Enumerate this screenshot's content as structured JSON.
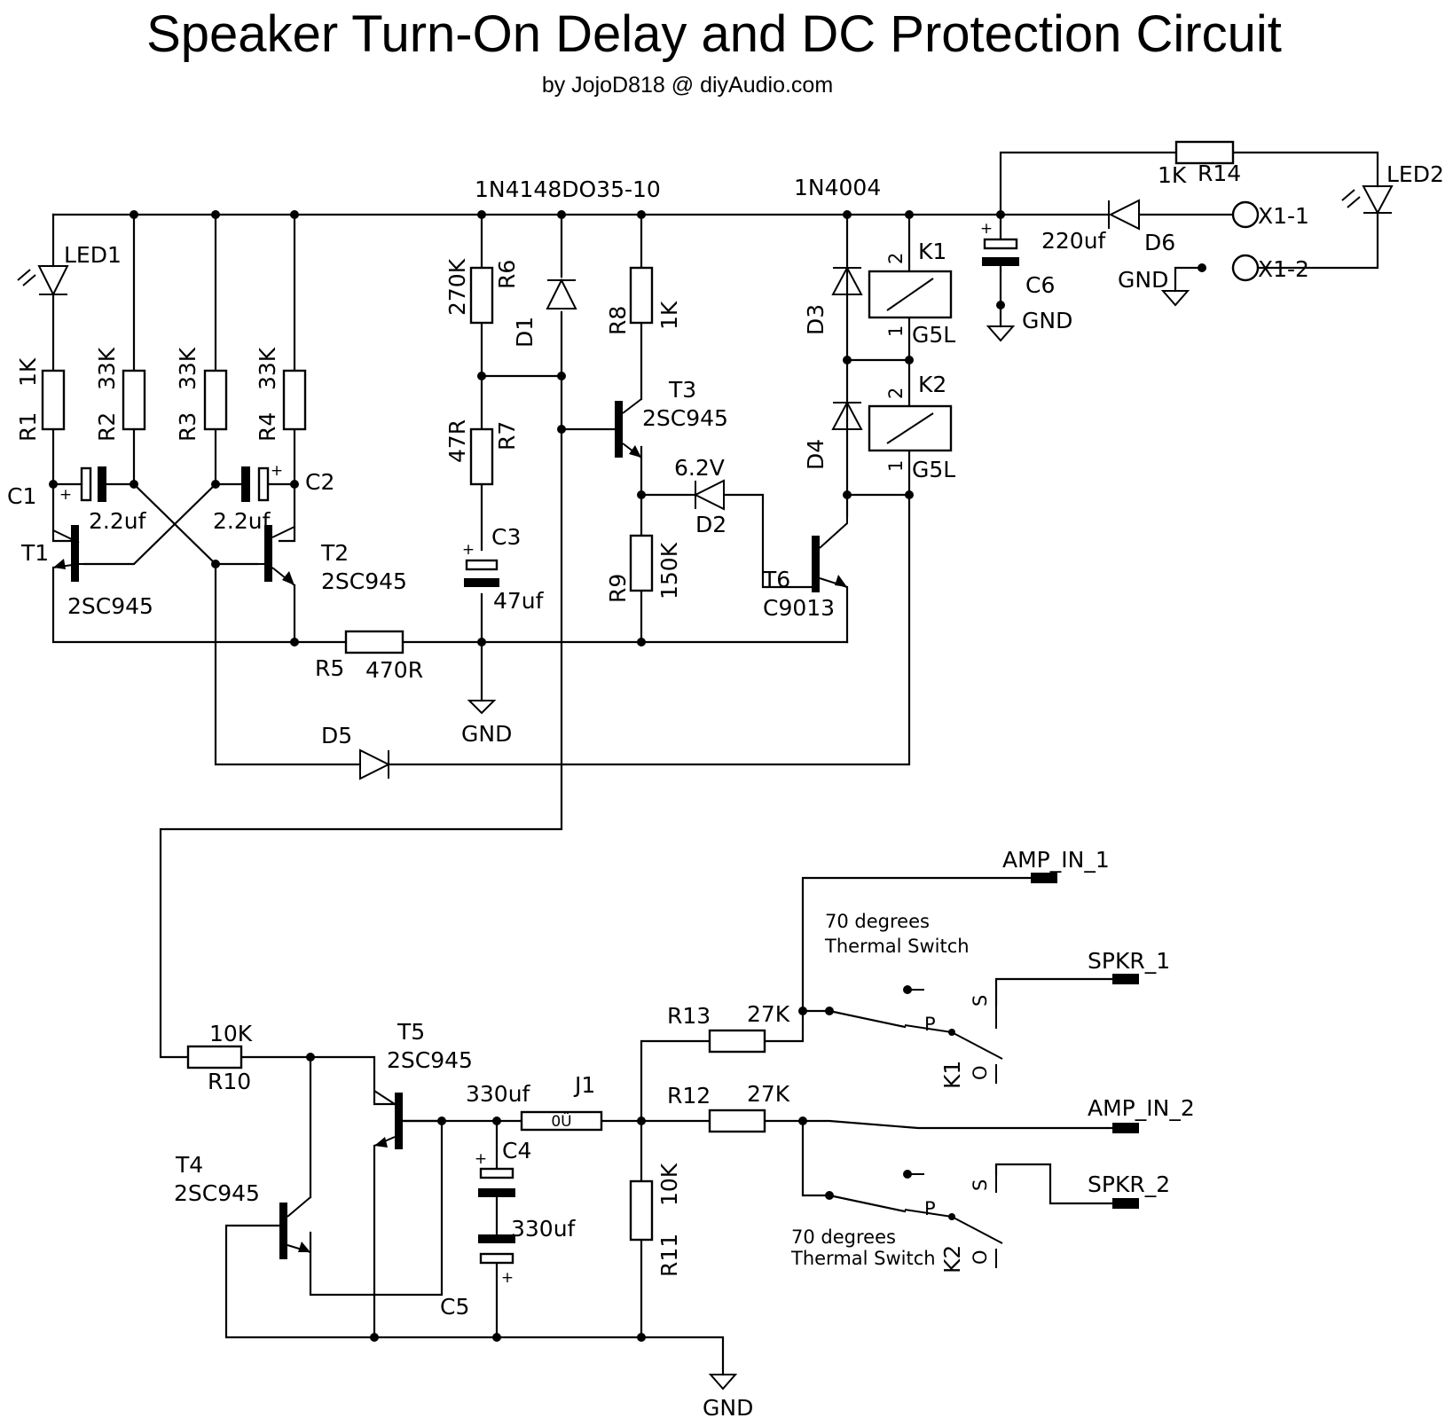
{
  "title": "Speaker Turn-On Delay and DC Protection Circuit",
  "subtitle": "by JojoD818 @ diyAudio.com",
  "labels": {
    "LED1": "LED1",
    "LED2": "LED2",
    "R1": "R1",
    "R1v": "1K",
    "R2": "R2",
    "R2v": "33K",
    "R3": "R3",
    "R3v": "33K",
    "R4": "R4",
    "R4v": "33K",
    "C1": "C1",
    "C1v": "2.2uf",
    "C2": "C2",
    "C2v": "2.2uf",
    "T1": "T1",
    "T1t": "2SC945",
    "T2": "T2",
    "T2t": "2SC945",
    "R5": "R5",
    "R5v": "470R",
    "D1top": "1N4148DO35-10",
    "D1": "D1",
    "R6": "R6",
    "R6v": "270K",
    "R7": "R7",
    "R7v": "47R",
    "C3": "C3",
    "C3v": "47uf",
    "GND": "GND",
    "R8": "R8",
    "R8v": "1K",
    "T3": "T3",
    "T3t": "2SC945",
    "R9": "R9",
    "R9v": "150K",
    "D2": "D2",
    "D2v": "6.2V",
    "T6": "T6",
    "T6t": "C9013",
    "D3top": "1N4004",
    "D3": "D3",
    "D4": "D4",
    "K1": "K1",
    "K2": "K2",
    "G5L": "G5L",
    "pin1": "1",
    "pin2": "2",
    "D5": "D5",
    "R14": "R14",
    "R14v": "1K",
    "C6": "C6",
    "C6v": "220uf",
    "D6": "D6",
    "X1_1": "X1-1",
    "X1_2": "X1-2",
    "R10": "R10",
    "R10v": "10K",
    "T4": "T4",
    "T4t": "2SC945",
    "T5": "T5",
    "T5t": "2SC945",
    "C4": "C4",
    "C4v": "330uf",
    "C5": "C5",
    "C5v": "330uf",
    "J1": "J1",
    "J1body": "0Ü",
    "R11": "R11",
    "R11v": "10K",
    "R12": "R12",
    "R12v": "27K",
    "R13": "R13",
    "R13v": "27K",
    "AMP_IN_1": "AMP_IN_1",
    "AMP_IN_2": "AMP_IN_2",
    "SPKR_1": "SPKR_1",
    "SPKR_2": "SPKR_2",
    "thermal_line1": "70 degrees",
    "thermal_line2": "Thermal Switch",
    "sw_P": "P",
    "sw_S": "S",
    "sw_O": "O",
    "plus": "+"
  }
}
